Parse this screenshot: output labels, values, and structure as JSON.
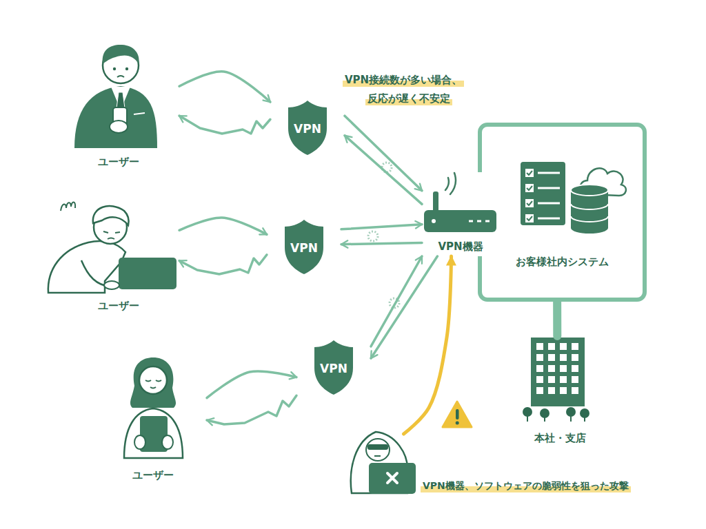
{
  "diagram": {
    "nodes": [
      {
        "text": [
          "ユーザー"
        ]
      },
      {
        "text": [
          "VPN"
        ]
      },
      {
        "text": [
          "VPN機器"
        ]
      },
      {
        "text": [
          "お客様社内システム"
        ]
      },
      {
        "text": [
          "ユーザー"
        ]
      },
      {
        "text": [
          "VPN"
        ]
      },
      {
        "text": [
          "ユーザー"
        ]
      },
      {
        "text": [
          "VPN"
        ]
      },
      {
        "text": [
          "本社・支店"
        ]
      },
      {
        "text": [
          "VPN機器、ソフトウェアの脆弱性を狙った攻撃"
        ]
      }
    ],
    "edges": [
      {
        "from": 0,
        "to": 1,
        "arrow": "to"
      },
      {
        "from": 1,
        "to": 0,
        "arrow": "to"
      },
      {
        "from": 1,
        "to": 2,
        "arrow": "to"
      },
      {
        "from": 2,
        "to": 1,
        "arrow": "to"
      },
      {
        "from": 4,
        "to": 5,
        "arrow": "to"
      },
      {
        "from": 5,
        "to": 4,
        "arrow": "to"
      },
      {
        "from": 5,
        "to": 2,
        "arrow": "to"
      },
      {
        "from": 2,
        "to": 5,
        "arrow": "to"
      },
      {
        "from": 6,
        "to": 7,
        "arrow": "to"
      },
      {
        "from": 7,
        "to": 6,
        "arrow": "to"
      },
      {
        "from": 7,
        "to": 2,
        "arrow": "to"
      },
      {
        "from": 2,
        "to": 7,
        "arrow": "to"
      },
      {
        "from": 3,
        "to": 8,
        "arrow": "none"
      },
      {
        "from": 9,
        "to": 2,
        "arrow": "to"
      }
    ],
    "labels": [
      "VPN接続数が多い場合、",
      "反応が遅く不安定"
    ]
  }
}
